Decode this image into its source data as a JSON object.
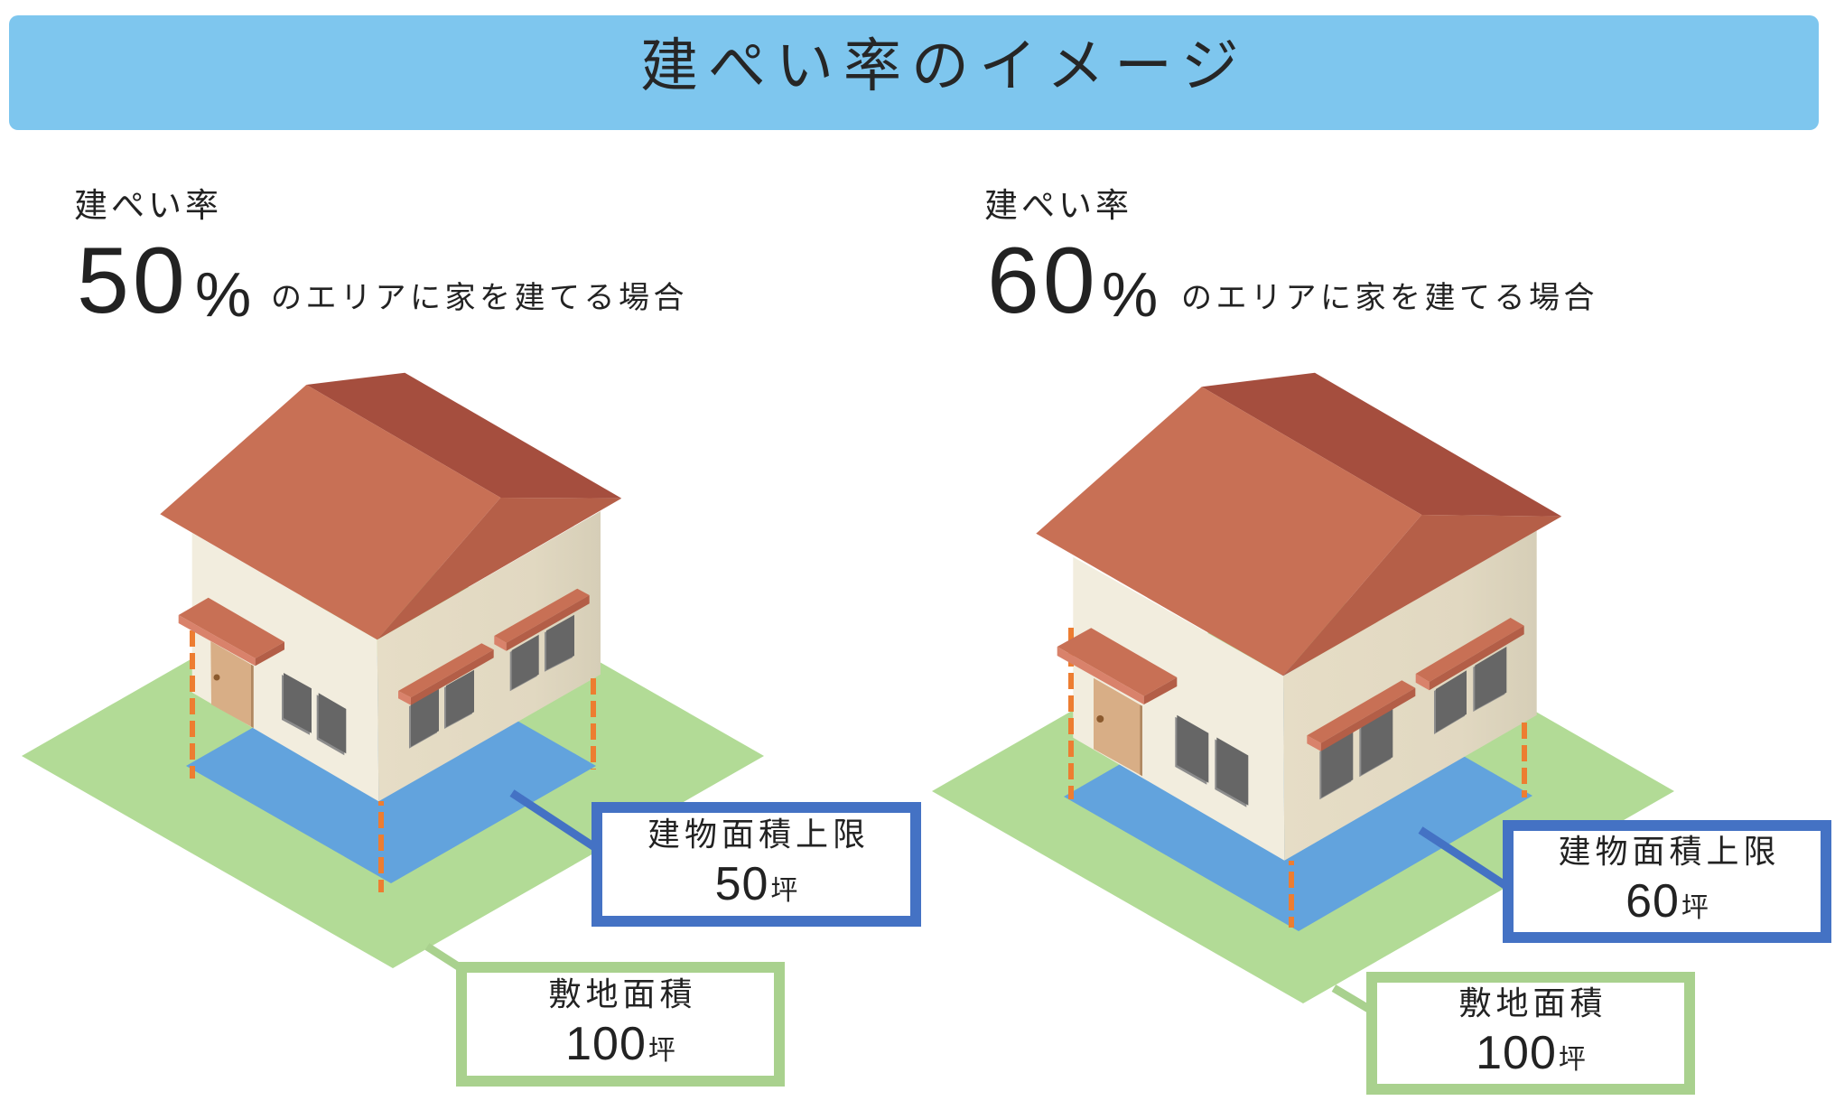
{
  "title": "建ぺい率のイメージ",
  "colors": {
    "banner": "#7EC6EE",
    "site_lot": "#B2DB96",
    "building_footprint": "#62A3DD",
    "building_area_border": "#4472C4",
    "site_area_border": "#A9D18E",
    "guide_line": "#ED7D31",
    "roof": "#C87055",
    "wall": "#F2EDDE"
  },
  "panels": [
    {
      "ratio_label": "建ぺい率",
      "ratio_value": "50",
      "ratio_unit": "%",
      "caption": "のエリアに家を建てる場合",
      "building_area": {
        "label": "建物面積上限",
        "value": "50",
        "unit": "坪"
      },
      "site_area": {
        "label": "敷地面積",
        "value": "100",
        "unit": "坪"
      }
    },
    {
      "ratio_label": "建ぺい率",
      "ratio_value": "60",
      "ratio_unit": "%",
      "caption": "のエリアに家を建てる場合",
      "building_area": {
        "label": "建物面積上限",
        "value": "60",
        "unit": "坪"
      },
      "site_area": {
        "label": "敷地面積",
        "value": "100",
        "unit": "坪"
      }
    }
  ]
}
